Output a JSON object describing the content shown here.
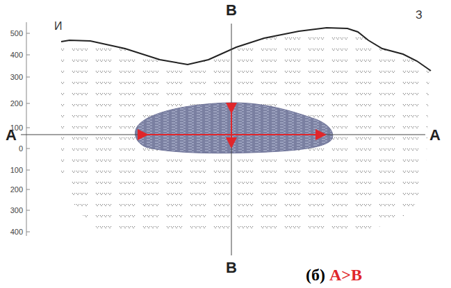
{
  "diagram": {
    "labels": [
      "500",
      "400",
      "300",
      "200",
      "100",
      "0",
      "100",
      "200",
      "300",
      "400",
      "И",
      "З",
      "А",
      "А",
      "В",
      "В",
      "(б)",
      "А>В"
    ]
  }
}
